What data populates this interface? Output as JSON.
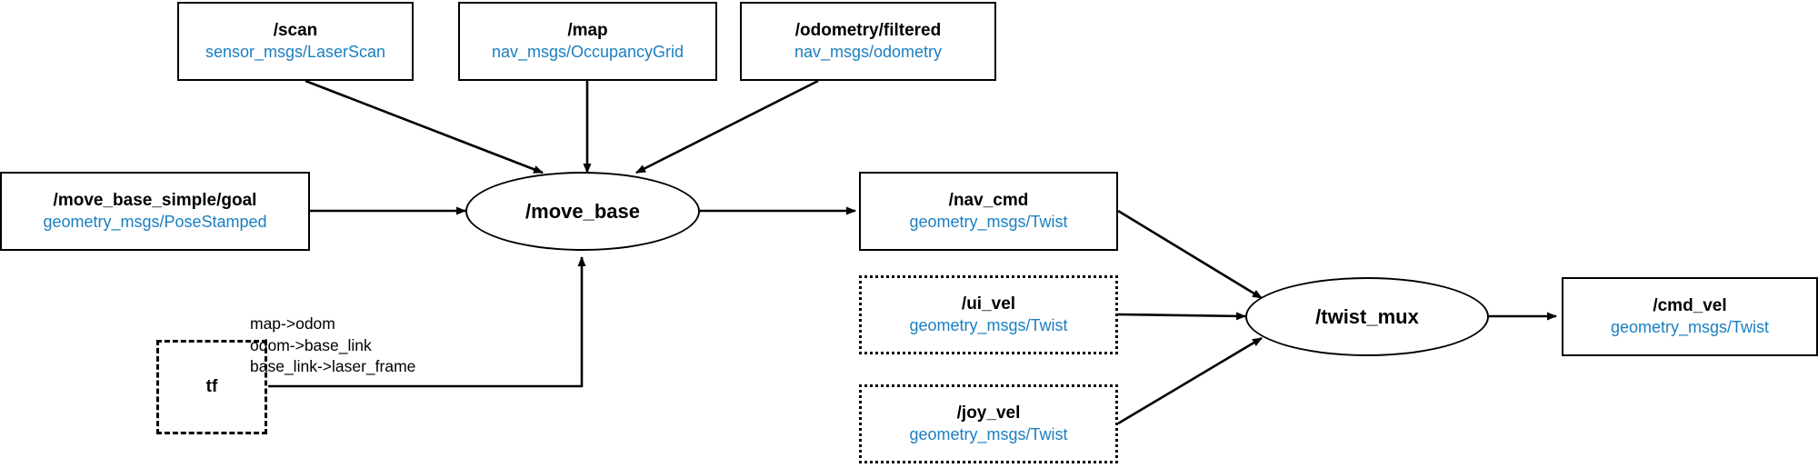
{
  "diagram": {
    "type": "ros-node-graph",
    "background": "#ffffff",
    "line_color": "#000000",
    "topic_type_color": "#1a7fc1",
    "nodes": [
      {
        "id": "scan",
        "shape": "rect",
        "title": "/scan",
        "subtitle": "sensor_msgs/LaserScan"
      },
      {
        "id": "map",
        "shape": "rect",
        "title": "/map",
        "subtitle": "nav_msgs/OccupancyGrid"
      },
      {
        "id": "odometry_filtered",
        "shape": "rect",
        "title": "/odometry/filtered",
        "subtitle": "nav_msgs/odometry"
      },
      {
        "id": "move_base_simple_goal",
        "shape": "rect",
        "title": "/move_base_simple/goal",
        "subtitle": "geometry_msgs/PoseStamped"
      },
      {
        "id": "move_base",
        "shape": "ellipse",
        "title": "/move_base",
        "subtitle": ""
      },
      {
        "id": "nav_cmd",
        "shape": "rect",
        "title": "/nav_cmd",
        "subtitle": "geometry_msgs/Twist"
      },
      {
        "id": "ui_vel",
        "shape": "rect-dotted",
        "title": "/ui_vel",
        "subtitle": "geometry_msgs/Twist"
      },
      {
        "id": "joy_vel",
        "shape": "rect-dotted",
        "title": "/joy_vel",
        "subtitle": "geometry_msgs/Twist"
      },
      {
        "id": "twist_mux",
        "shape": "ellipse",
        "title": "/twist_mux",
        "subtitle": ""
      },
      {
        "id": "cmd_vel",
        "shape": "rect",
        "title": "/cmd_vel",
        "subtitle": "geometry_msgs/Twist"
      },
      {
        "id": "tf",
        "shape": "rect-dashed",
        "title": "tf",
        "subtitle": ""
      }
    ],
    "edges": [
      {
        "from": "scan",
        "to": "move_base",
        "label": ""
      },
      {
        "from": "map",
        "to": "move_base",
        "label": ""
      },
      {
        "from": "odometry_filtered",
        "to": "move_base",
        "label": ""
      },
      {
        "from": "move_base_simple_goal",
        "to": "move_base",
        "label": ""
      },
      {
        "from": "tf",
        "to": "move_base",
        "label": "map->odom\nodom->base_link\nbase_link->laser_frame"
      },
      {
        "from": "move_base",
        "to": "nav_cmd",
        "label": ""
      },
      {
        "from": "nav_cmd",
        "to": "twist_mux",
        "label": ""
      },
      {
        "from": "ui_vel",
        "to": "twist_mux",
        "label": ""
      },
      {
        "from": "joy_vel",
        "to": "twist_mux",
        "label": ""
      },
      {
        "from": "twist_mux",
        "to": "cmd_vel",
        "label": ""
      }
    ],
    "tf_edge_label": {
      "line1": "map->odom",
      "line2": "odom->base_link",
      "line3": "base_link->laser_frame"
    }
  }
}
